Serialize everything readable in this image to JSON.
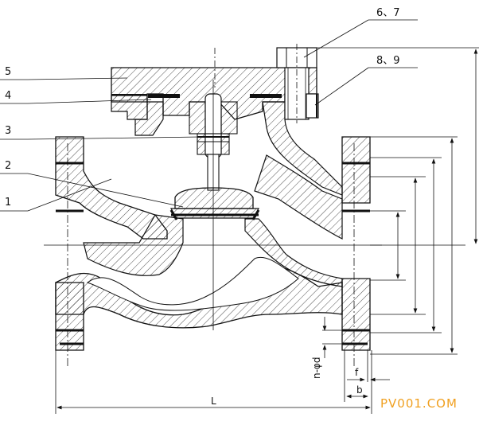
{
  "part_labels": {
    "p5": "5",
    "p4": "4",
    "p3": "3",
    "p2": "2",
    "p1": "1",
    "p67": "6、7",
    "p89": "8、9"
  },
  "dimension_labels": {
    "length": "L",
    "flange_thickness": "b",
    "raised_face": "f",
    "bolt_holes": "n-φd"
  },
  "watermark": "PV001.COM",
  "colors": {
    "line": "#111111",
    "hatch": "#222222",
    "watermark": "#f0a020"
  }
}
